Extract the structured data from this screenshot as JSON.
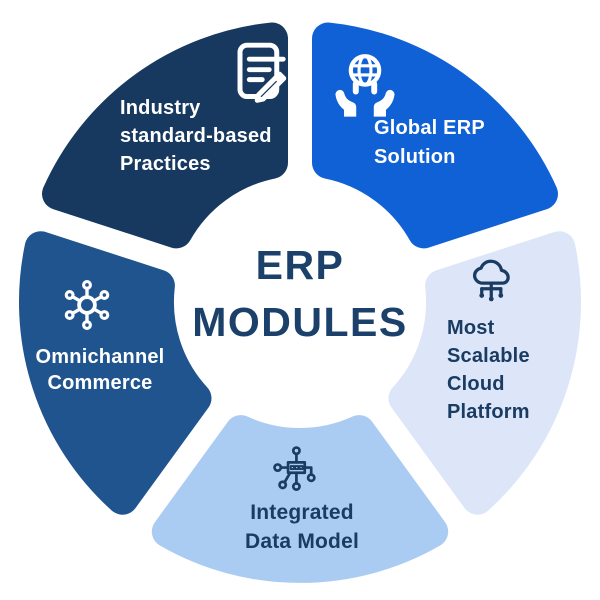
{
  "title": {
    "line1": "ERP",
    "line2": "MODULES"
  },
  "colors": {
    "background": "#ffffff",
    "title_text": "#1b416b",
    "light_label_text": "#ffffff",
    "dark_label_text": "#1a3c63",
    "industry_segment": "#17395f",
    "global_segment": "#1060d6",
    "cloud_segment": "#dde6f8",
    "integrated_segment": "#abccf2",
    "omnichannel_segment": "#20548f"
  },
  "segments": [
    {
      "id": "industry",
      "label_lines": [
        "Industry",
        "standard-based",
        "Practices"
      ],
      "icon": "document-pencil-icon",
      "color": "#17395f",
      "text_color": "#ffffff",
      "start_angle": 288,
      "end_angle": 360
    },
    {
      "id": "global",
      "label_lines": [
        "Global ERP",
        "Solution"
      ],
      "icon": "globe-in-hands-icon",
      "color": "#1060d6",
      "text_color": "#ffffff",
      "start_angle": 0,
      "end_angle": 72
    },
    {
      "id": "cloud",
      "label_lines": [
        "Most",
        "Scalable",
        "Cloud",
        "Platform"
      ],
      "icon": "cloud-network-icon",
      "color": "#dde6f8",
      "text_color": "#1a3c63",
      "start_angle": 72,
      "end_angle": 144
    },
    {
      "id": "integrated",
      "label_lines": [
        "Integrated",
        "Data Model"
      ],
      "icon": "data-model-icon",
      "color": "#abccf2",
      "text_color": "#1a3c63",
      "start_angle": 144,
      "end_angle": 216
    },
    {
      "id": "omnichannel",
      "label_lines": [
        "Omnichannel",
        "Commerce"
      ],
      "icon": "hub-network-icon",
      "color": "#20548f",
      "text_color": "#ffffff",
      "start_angle": 216,
      "end_angle": 288
    }
  ]
}
